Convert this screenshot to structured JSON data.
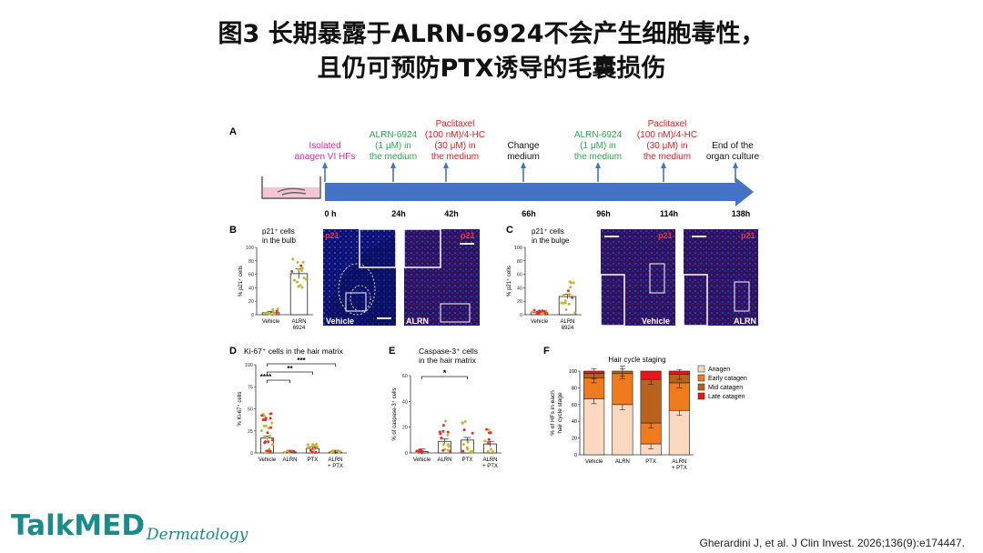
{
  "slide": {
    "title_line1": "图3 长期暴露于ALRN-6924不会产生细胞毒性，",
    "title_line2": "且仍可预防PTX诱导的毛囊损伤",
    "brand": "TalkMED",
    "brand_sub": "Dermatology",
    "citation": "Gherardini J, et al. J Clin Invest. 2026;136(9):e174447."
  },
  "panelA": {
    "letter": "A",
    "events": [
      {
        "lines": [
          "Isolated",
          "anagen VI HFs"
        ],
        "color": "#e0279a",
        "time": "0 h"
      },
      {
        "lines": [
          "ALRN-6924",
          "(1 μM) in",
          "the medium"
        ],
        "color": "#2aa84a",
        "time": "24h"
      },
      {
        "lines": [
          "Paclitaxel",
          "(100 nM)/4-HC",
          "(30 μM) in",
          "the medium"
        ],
        "color": "#e02020",
        "time": "42h"
      },
      {
        "lines": [
          "Change",
          "medium"
        ],
        "color": "#111111",
        "time": "66h"
      },
      {
        "lines": [
          "ALRN-6924",
          "(1 μM) in",
          "the medium"
        ],
        "color": "#2aa84a",
        "time": "96h"
      },
      {
        "lines": [
          "Paclitaxel",
          "(100 nM)/4-HC",
          "(30 μM) in",
          "the medium"
        ],
        "color": "#e02020",
        "time": "114h"
      },
      {
        "lines": [
          "End of the",
          "organ culture"
        ],
        "color": "#111111",
        "time": "138h"
      }
    ]
  },
  "panelB": {
    "letter": "B",
    "title_lines": [
      "p21⁺ cells",
      "in the bulb"
    ],
    "ylabel": "% p21⁺ cells",
    "yticks": [
      "100",
      "80",
      "60",
      "40",
      "20",
      "0"
    ],
    "categories": [
      "Vehicle",
      "ALRN\n6924"
    ],
    "cat_labels": [
      [
        "Vehicle"
      ],
      [
        "ALRN",
        "6924"
      ]
    ],
    "means": [
      3,
      61
    ],
    "image_labels": [
      "Vehicle",
      "ALRN"
    ],
    "marker": "p21"
  },
  "panelC": {
    "letter": "C",
    "title_lines": [
      "p21⁺ cells",
      "in the bulge"
    ],
    "ylabel": "% p21⁺ cells",
    "yticks": [
      "100",
      "80",
      "60",
      "40",
      "20",
      "0"
    ],
    "cat_labels": [
      [
        "Vehicle"
      ],
      [
        "ALRN",
        "6924"
      ]
    ],
    "means": [
      3,
      27
    ],
    "image_labels": [
      "Vehicle",
      "ALRN"
    ],
    "marker": "p21"
  },
  "panelD": {
    "letter": "D",
    "title": "Ki-67⁺ cells in the hair matrix",
    "ylabel": "% Ki-67⁺ cells",
    "yticks": [
      "100",
      "75",
      "50",
      "25",
      "0"
    ],
    "cat_labels": [
      [
        "Vehicle"
      ],
      [
        "ALRN"
      ],
      [
        "PTX"
      ],
      [
        "ALRN",
        "+ PTX"
      ]
    ],
    "means": [
      17,
      1,
      5,
      1
    ],
    "sig": [
      "****",
      "**",
      "***"
    ]
  },
  "panelE": {
    "letter": "E",
    "title_lines": [
      "Caspase-3⁺ cells",
      "in the hair matrix"
    ],
    "ylabel": "% of caspase-3⁺ cells",
    "yticks": [
      "60",
      "40",
      "20",
      "0"
    ],
    "cat_labels": [
      [
        "Vehicle"
      ],
      [
        "ALRN"
      ],
      [
        "PTX"
      ],
      [
        "ALRN",
        "+ PTX"
      ]
    ],
    "means": [
      1,
      9,
      10,
      7
    ],
    "sig": [
      "*"
    ]
  },
  "panelF": {
    "letter": "F",
    "title": "Hair cycle staging",
    "ylabel_lines": [
      "% of HFs in each",
      "hair cycle stage"
    ],
    "yticks": [
      "100",
      "80",
      "60",
      "40",
      "20",
      "0"
    ],
    "cat_labels": [
      [
        "Vehicle"
      ],
      [
        "ALRN"
      ],
      [
        "PTX"
      ],
      [
        "ALRN",
        "+ PTX"
      ]
    ],
    "legend": [
      {
        "name": "Anagen",
        "color": "#fbd9c0"
      },
      {
        "name": "Early catagen",
        "color": "#f07a1e"
      },
      {
        "name": "Mid catagen",
        "color": "#b8621e"
      },
      {
        "name": "Late catagen",
        "color": "#e8151b"
      }
    ]
  },
  "chart_data": [
    {
      "type": "bar",
      "panel": "B",
      "title": "p21⁺ cells in the bulb",
      "ylabel": "% p21⁺ cells",
      "categories": [
        "Vehicle",
        "ALRN 6924"
      ],
      "values": [
        3,
        61
      ],
      "ylim": [
        0,
        100
      ]
    },
    {
      "type": "bar",
      "panel": "C",
      "title": "p21⁺ cells in the bulge",
      "ylabel": "% p21⁺ cells",
      "categories": [
        "Vehicle",
        "ALRN 6924"
      ],
      "values": [
        3,
        27
      ],
      "ylim": [
        0,
        100
      ]
    },
    {
      "type": "bar",
      "panel": "D",
      "title": "Ki-67⁺ cells in the hair matrix",
      "ylabel": "% Ki-67⁺ cells",
      "categories": [
        "Vehicle",
        "ALRN",
        "PTX",
        "ALRN + PTX"
      ],
      "values": [
        17,
        1,
        5,
        1
      ],
      "ylim": [
        0,
        100
      ]
    },
    {
      "type": "bar",
      "panel": "E",
      "title": "Caspase-3⁺ cells in the hair matrix",
      "ylabel": "% of caspase-3⁺ cells",
      "categories": [
        "Vehicle",
        "ALRN",
        "PTX",
        "ALRN + PTX"
      ],
      "values": [
        1,
        9,
        10,
        7
      ],
      "ylim": [
        0,
        60
      ]
    },
    {
      "type": "bar",
      "panel": "F",
      "stacked": true,
      "title": "Hair cycle staging",
      "ylabel": "% of HFs in each hair cycle stage",
      "categories": [
        "Vehicle",
        "ALRN",
        "PTX",
        "ALRN + PTX"
      ],
      "series": [
        {
          "name": "Anagen",
          "values": [
            67,
            60,
            13,
            53
          ]
        },
        {
          "name": "Early catagen",
          "values": [
            25,
            37,
            25,
            33
          ]
        },
        {
          "name": "Mid catagen",
          "values": [
            5,
            3,
            52,
            10
          ]
        },
        {
          "name": "Late catagen",
          "values": [
            3,
            0,
            10,
            4
          ]
        }
      ],
      "ylim": [
        0,
        100
      ]
    }
  ]
}
